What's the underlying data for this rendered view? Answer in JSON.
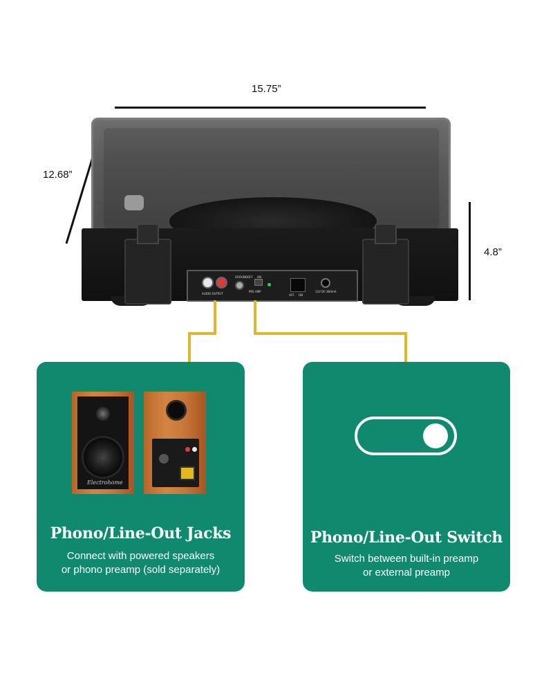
{
  "dimensions": {
    "width": "15.75”",
    "depth": "12.68”",
    "height": "4.8”"
  },
  "panel": {
    "audio_output": "AUDIO OUTPUT",
    "ground": "GROUND",
    "pre_amp": "PRE AMP",
    "off": "OFF",
    "on": "ON",
    "power_off": "OFF",
    "power_on": "ON",
    "dc": "12V DC 800mA"
  },
  "speaker_logo": "Electrohome",
  "cards": [
    {
      "title": "Phono/Line-Out Jacks",
      "desc_line1": "Connect with powered speakers",
      "desc_line2": "or phono preamp (sold separately)"
    },
    {
      "title": "Phono/Line-Out Switch",
      "desc_line1": "Switch between built-in preamp",
      "desc_line2": "or external preamp"
    }
  ],
  "colors": {
    "card_bg": "#0f8a6f",
    "wire": "#e0b72a",
    "toggle": "#ffffff"
  },
  "toggle_state": "on"
}
